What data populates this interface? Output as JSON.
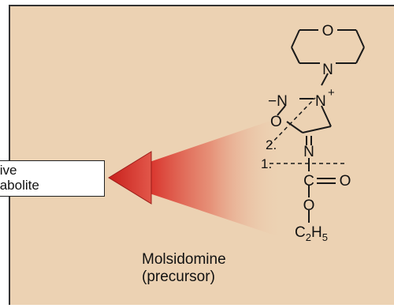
{
  "metabolite_label": {
    "line1": "tive",
    "line2": "tabolite"
  },
  "caption": {
    "line1": "Molsidomine",
    "line2": "(precursor)"
  },
  "atoms": {
    "ring_O": "O",
    "ring_N": "N",
    "n_minus": "−N",
    "n_plus": "N",
    "plus": "+",
    "ring_O2": "O",
    "imine_N": "N",
    "carbonyl_C": "C",
    "carbonyl_O": "O",
    "ester_O": "O",
    "ethyl": "C",
    "ethyl_sub2": "2",
    "ethyl_H": "H",
    "ethyl_sub5": "5"
  },
  "cleavage_labels": {
    "one": "1.",
    "two": "2."
  },
  "colors": {
    "panel": "#ecd2b3",
    "arrow": "#d9332c",
    "bond": "#1a1a1a"
  }
}
